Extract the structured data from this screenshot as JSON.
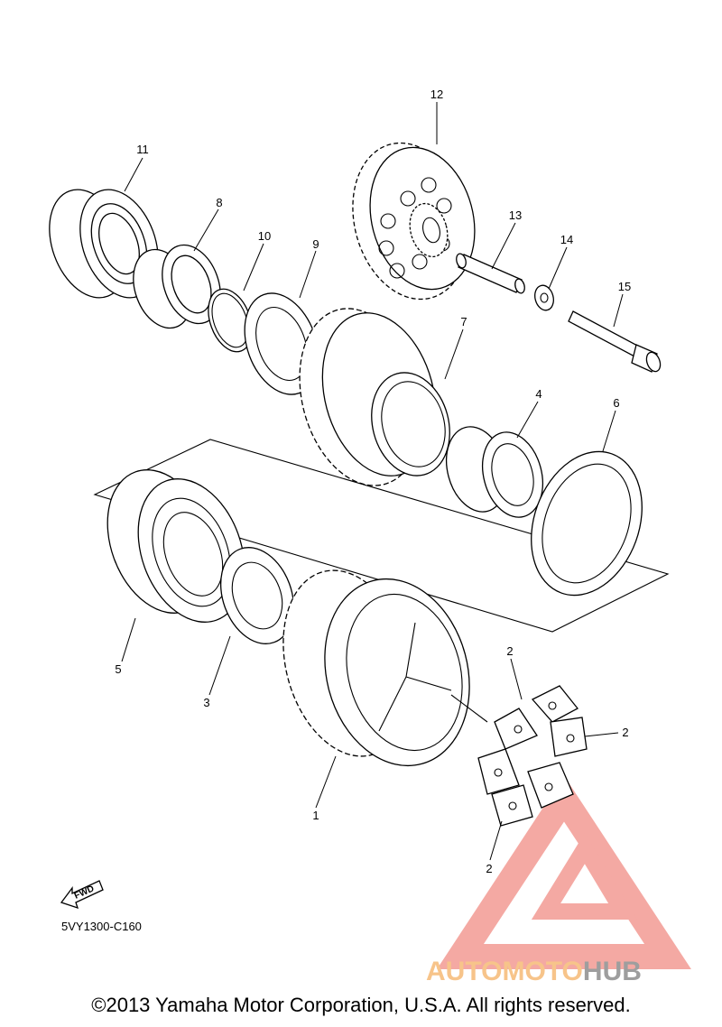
{
  "diagram": {
    "code": "5VY1300-C160",
    "fwd_label": "FWD",
    "callouts": {
      "c1": "1",
      "c2a": "2",
      "c2b": "2",
      "c2c": "2",
      "c3": "3",
      "c4": "4",
      "c5": "5",
      "c6": "6",
      "c7": "7",
      "c8": "8",
      "c9": "9",
      "c10": "10",
      "c11": "11",
      "c12": "12",
      "c13": "13",
      "c14": "14",
      "c15": "15"
    }
  },
  "watermark": {
    "part1": "AUTOMOTO",
    "part2": "HUB",
    "colors": {
      "triangle": "#f4a9a3",
      "text_orange": "#f7c48a",
      "text_gray": "#9e9e9e"
    }
  },
  "footer": {
    "copyright": "©2013 Yamaha Motor Corporation, U.S.A. All rights reserved."
  }
}
